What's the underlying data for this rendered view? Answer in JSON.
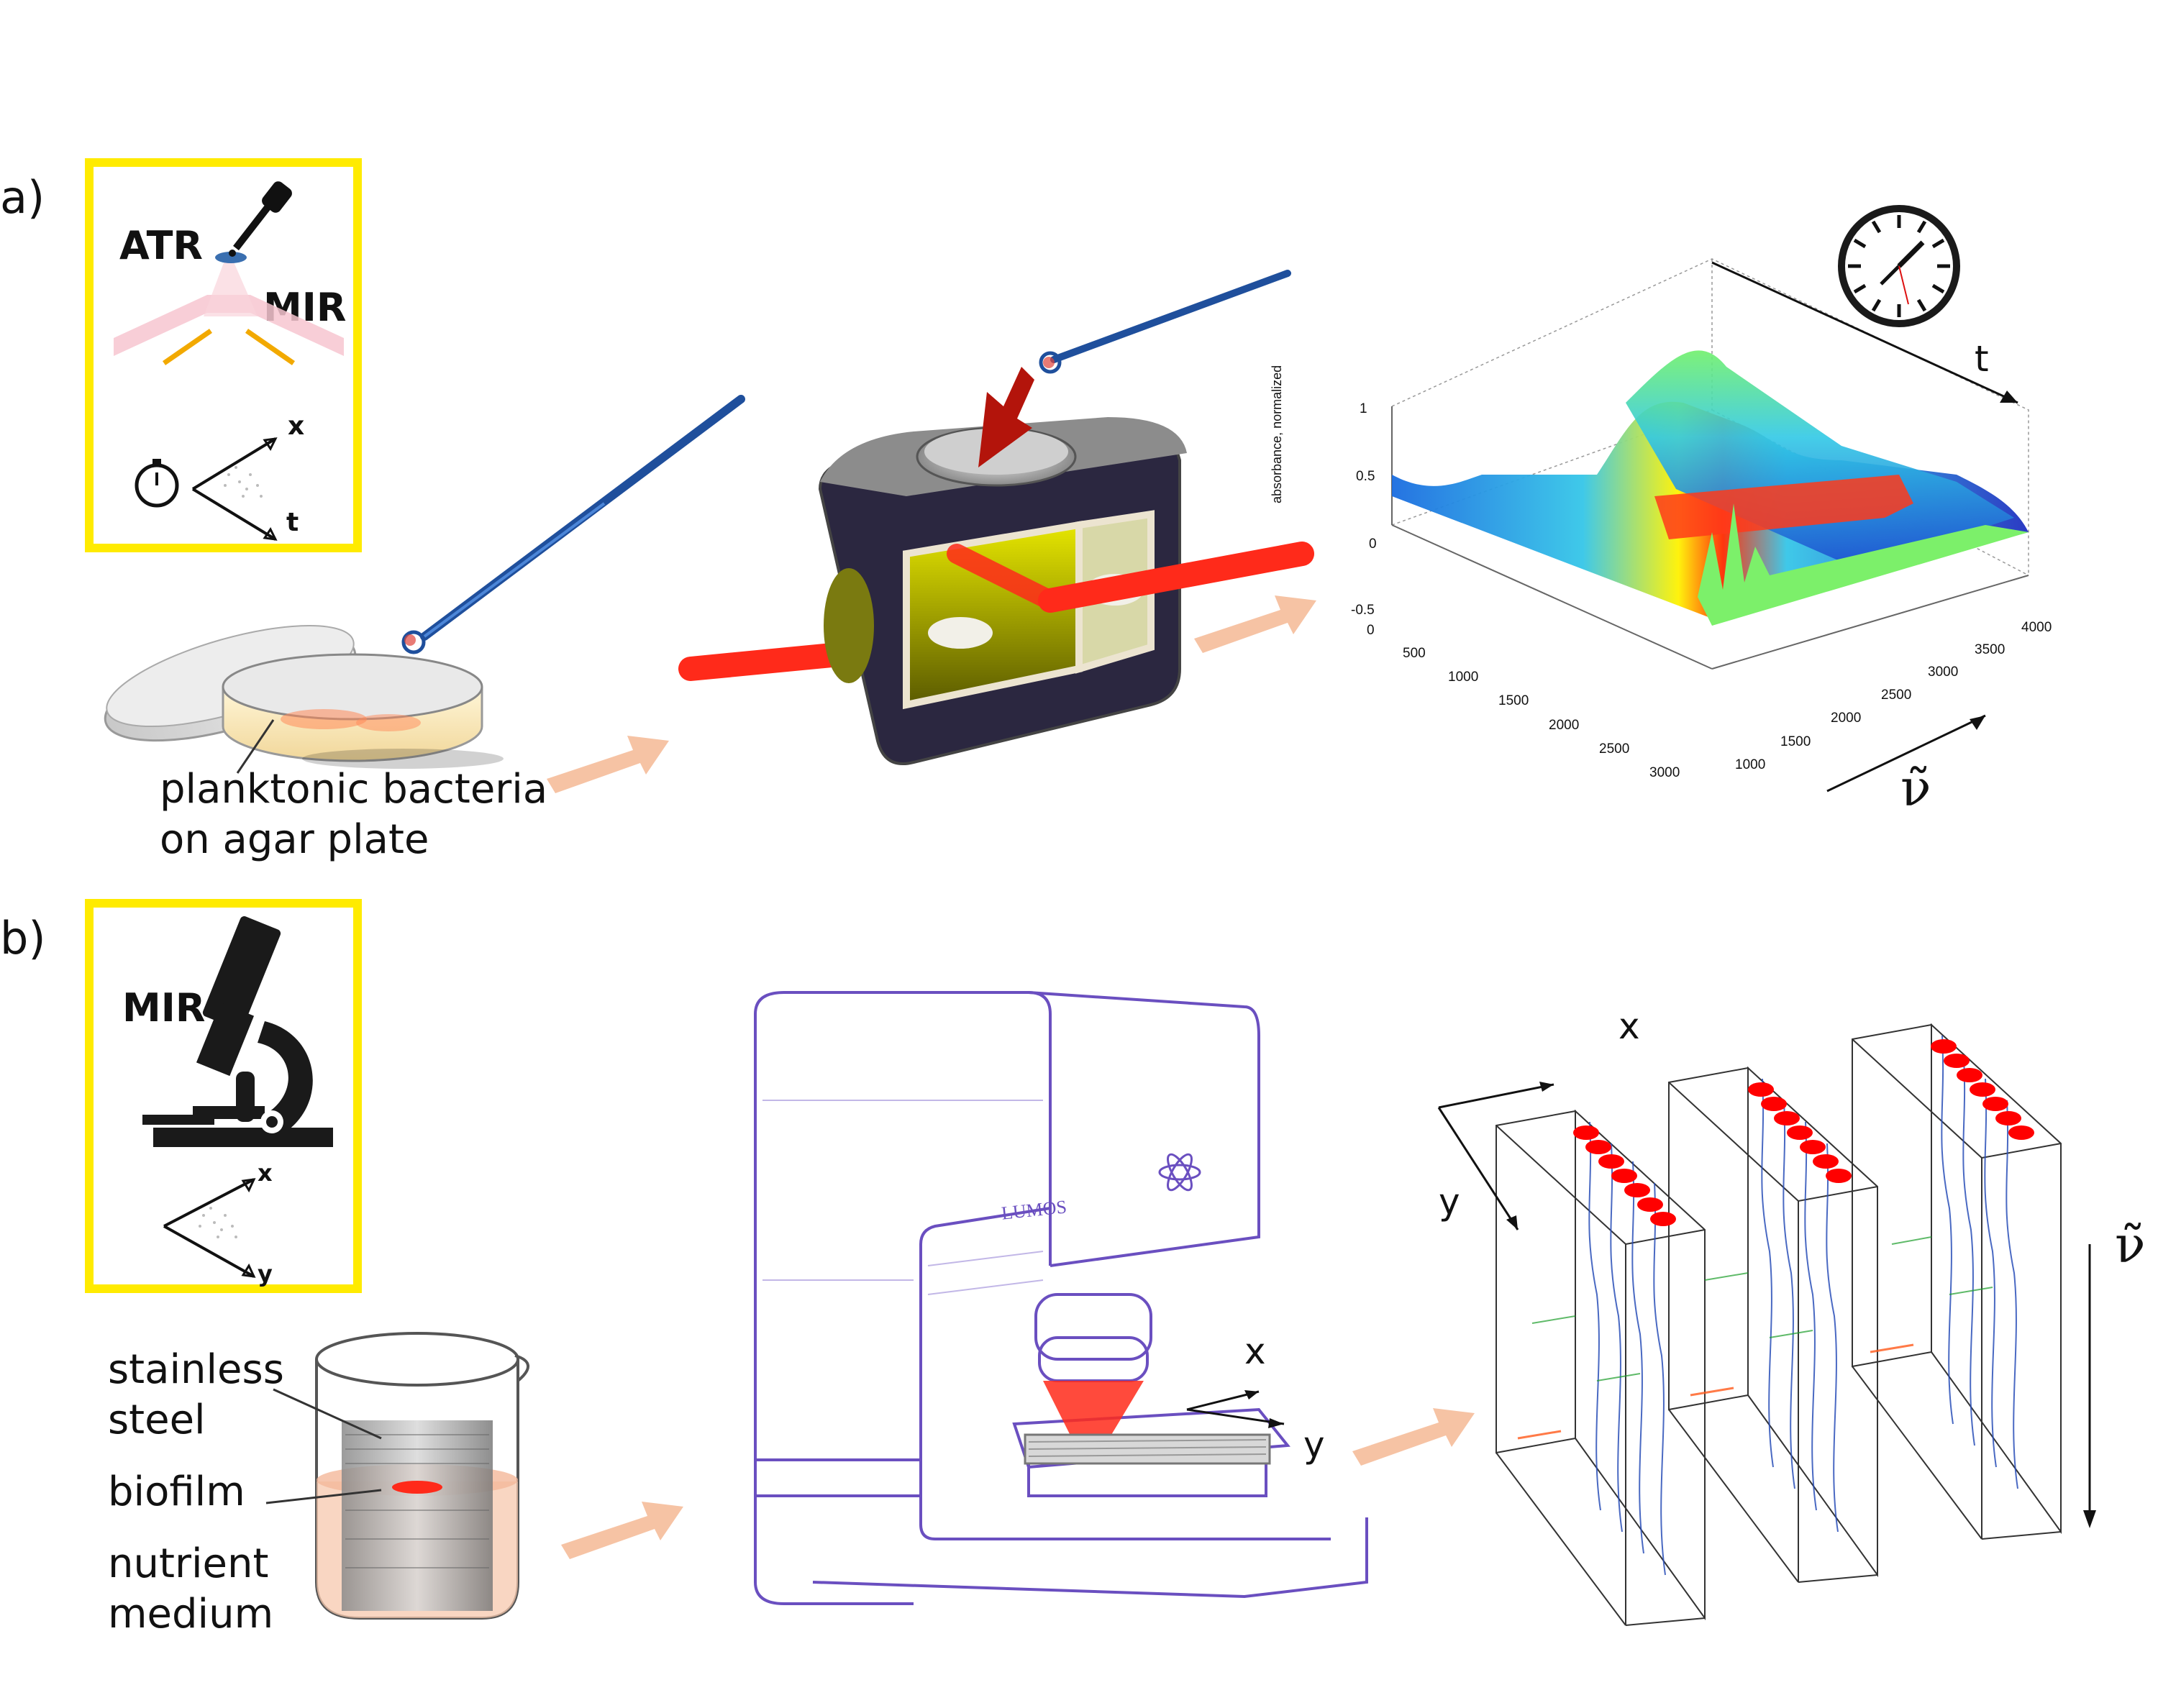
{
  "panel_a": {
    "label": "a)",
    "icon_labels": {
      "atr": "ATR",
      "mir": "MIR",
      "x": "x",
      "t": "t"
    },
    "caption_line1": "planktonic bacteria",
    "caption_line2": "on agar plate",
    "plot": {
      "ylabel": "absorbance, normalized",
      "z_ticks": [
        "1",
        "0.5",
        "0",
        "-0.5"
      ],
      "time_ticks": [
        "0",
        "500",
        "1000",
        "1500",
        "2000",
        "2500",
        "3000"
      ],
      "wavenumber_ticks": [
        "1000",
        "1500",
        "2000",
        "2500",
        "3000",
        "3500",
        "4000"
      ]
    },
    "axis_t": "t",
    "axis_nu": "ν̃"
  },
  "panel_b": {
    "label": "b)",
    "icon_labels": {
      "mir": "MIR",
      "x": "x",
      "y": "y"
    },
    "beaker_labels": {
      "stainless_1": "stainless",
      "stainless_2": "steel",
      "biofilm": "biofilm",
      "nutrient_1": "nutrient",
      "nutrient_2": "medium"
    },
    "microscope_brand": "LUMOS",
    "stage_axes": {
      "x": "x",
      "y": "y"
    },
    "map_axes": {
      "x": "x",
      "y": "y",
      "nu": "ν̃"
    }
  },
  "colors": {
    "yellow_frame": "#ffeb00",
    "laser_red": "#ff2a1a",
    "flow_arrow": "#f6c3a4",
    "pipette_blue": "#1f4f9c",
    "instrument_purple": "#6a4fc0"
  }
}
